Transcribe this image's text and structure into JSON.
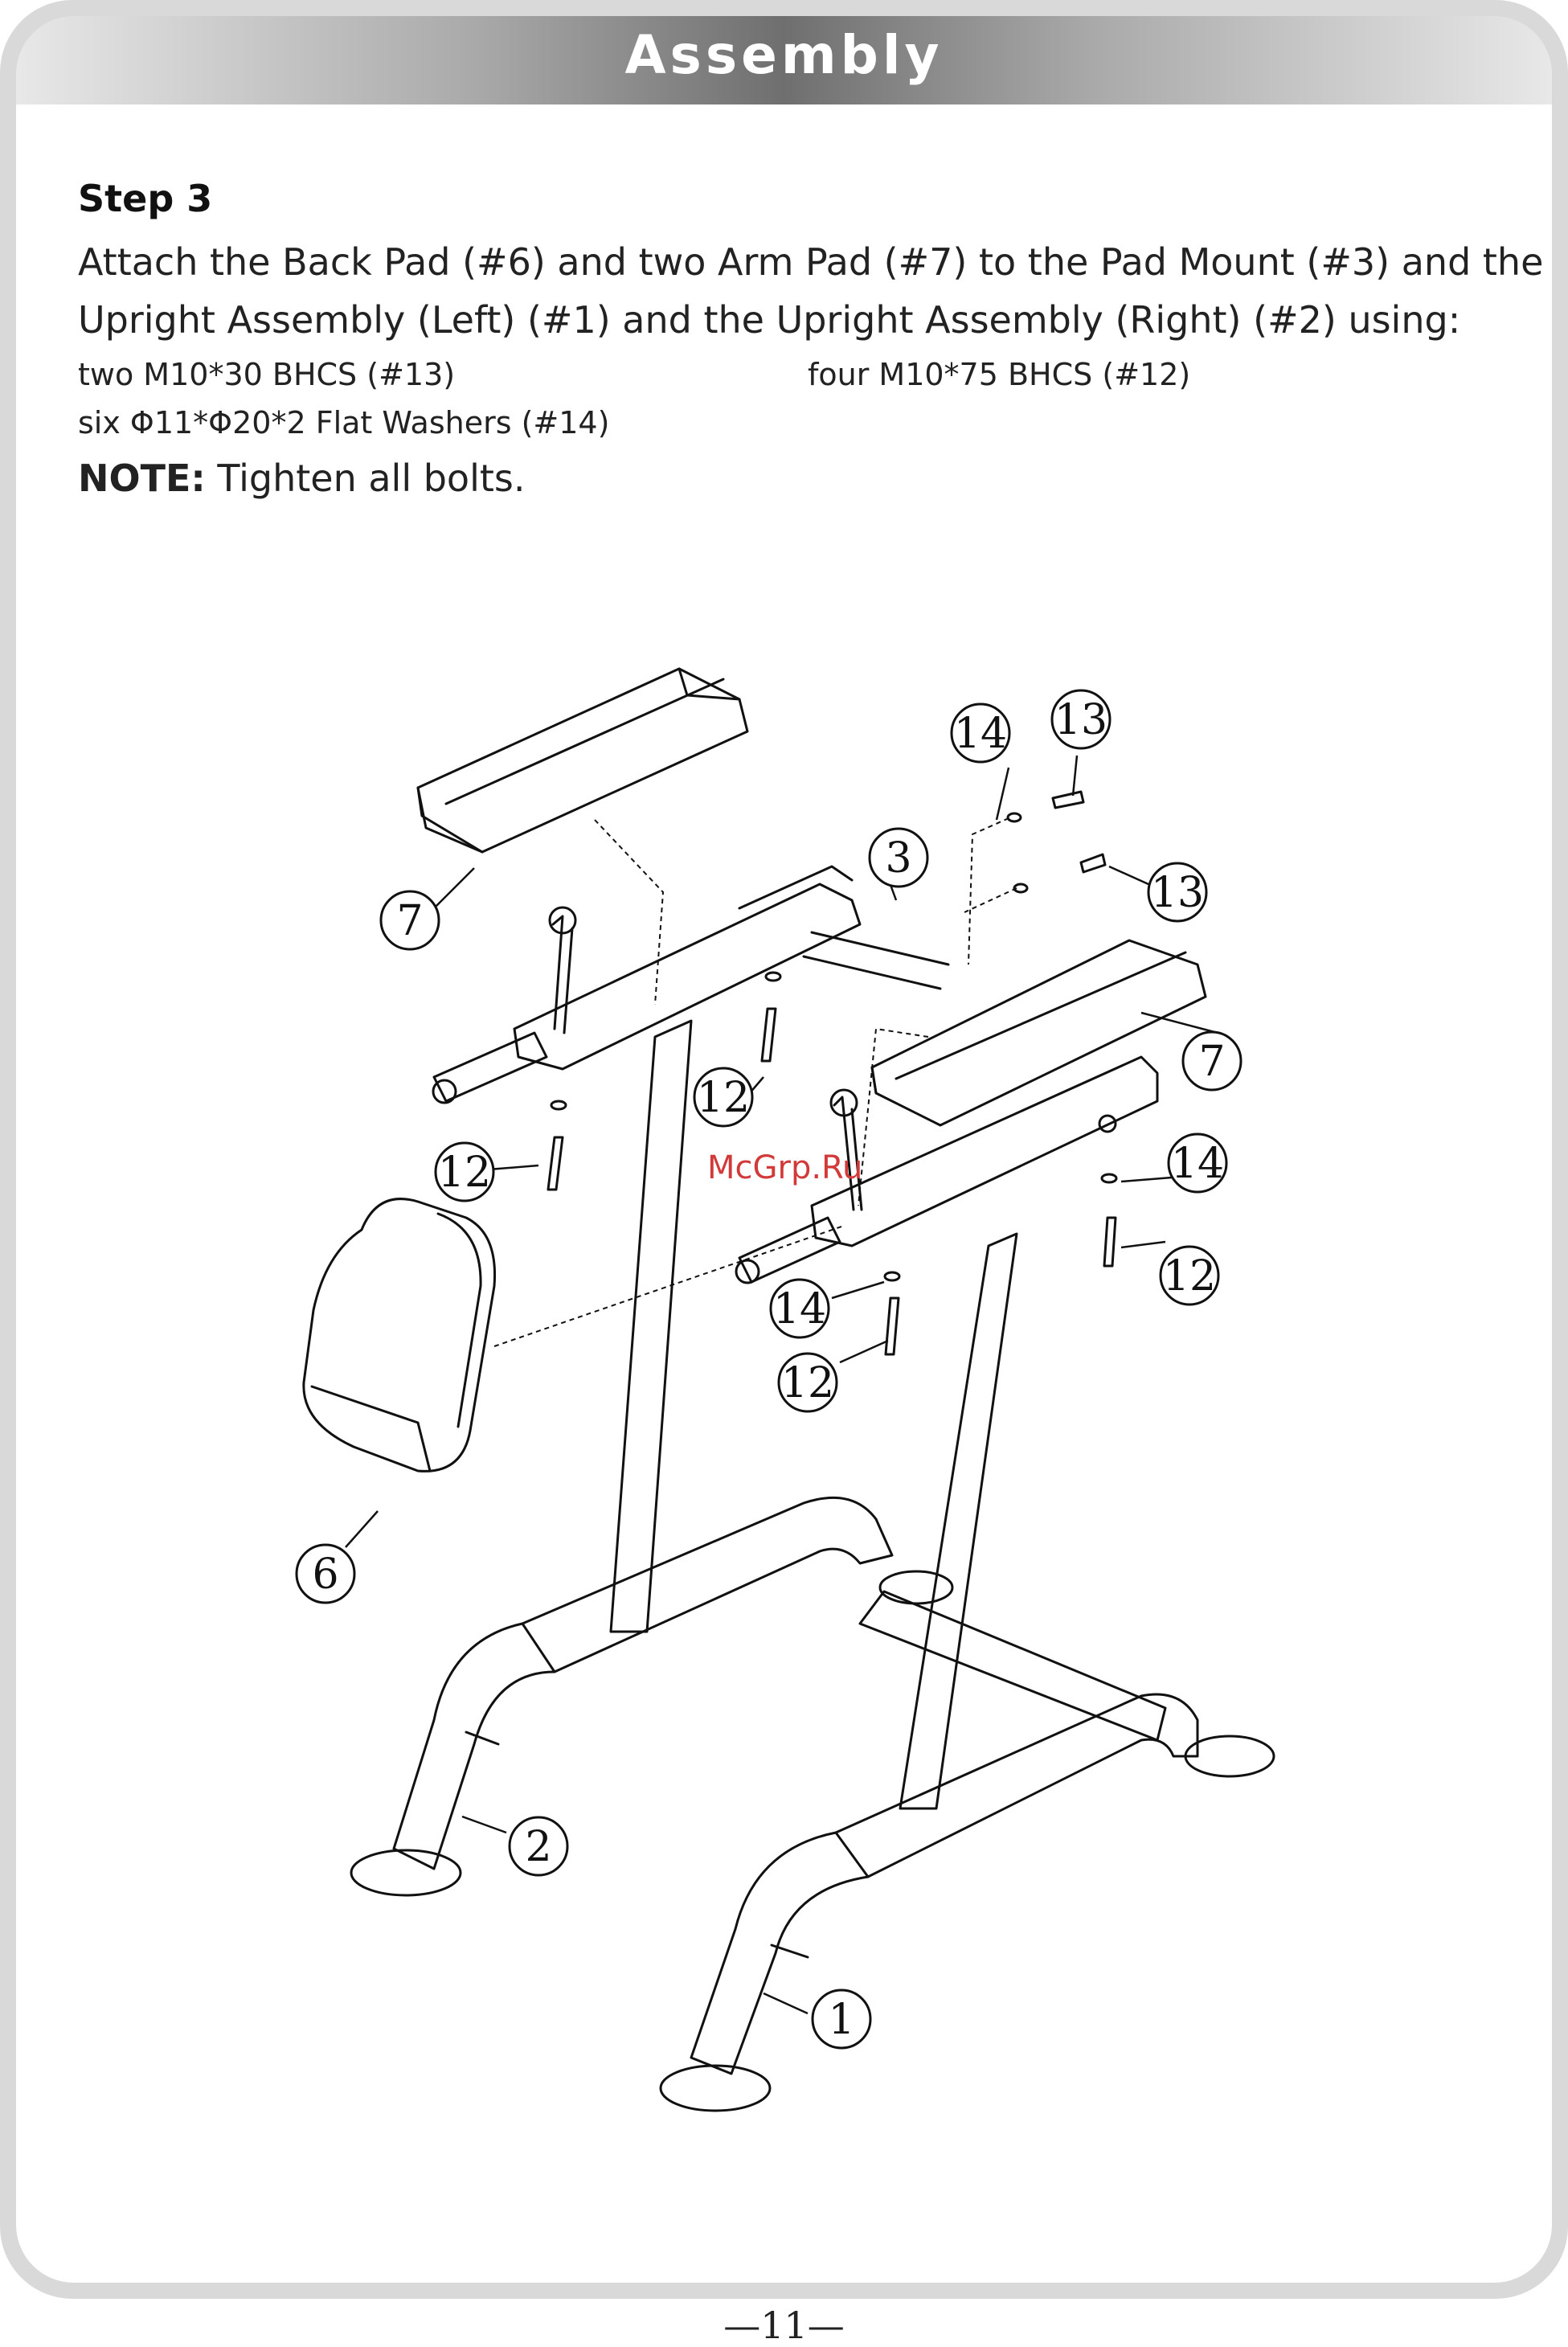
{
  "header": {
    "title": "Assembly"
  },
  "step": {
    "title": "Step 3",
    "instruction_line1": "Attach the Back Pad (#6) and two Arm Pad (#7) to the Pad Mount (#3) and the",
    "instruction_line2": "Upright Assembly (Left) (#1) and the Upright Assembly (Right) (#2) using:",
    "parts": [
      "two M10*30 BHCS (#13)",
      "four M10*75 BHCS (#12)",
      "six Φ11*Φ20*2 Flat Washers (#14)"
    ],
    "note_label": "NOTE:",
    "note_text": " Tighten all bolts."
  },
  "diagram": {
    "callouts": [
      "14",
      "13",
      "3",
      "13",
      "7",
      "7",
      "12",
      "12",
      "14",
      "12",
      "14",
      "12",
      "6",
      "2",
      "1"
    ]
  },
  "watermark": "McGrp.Ru",
  "page_number": "—11—"
}
